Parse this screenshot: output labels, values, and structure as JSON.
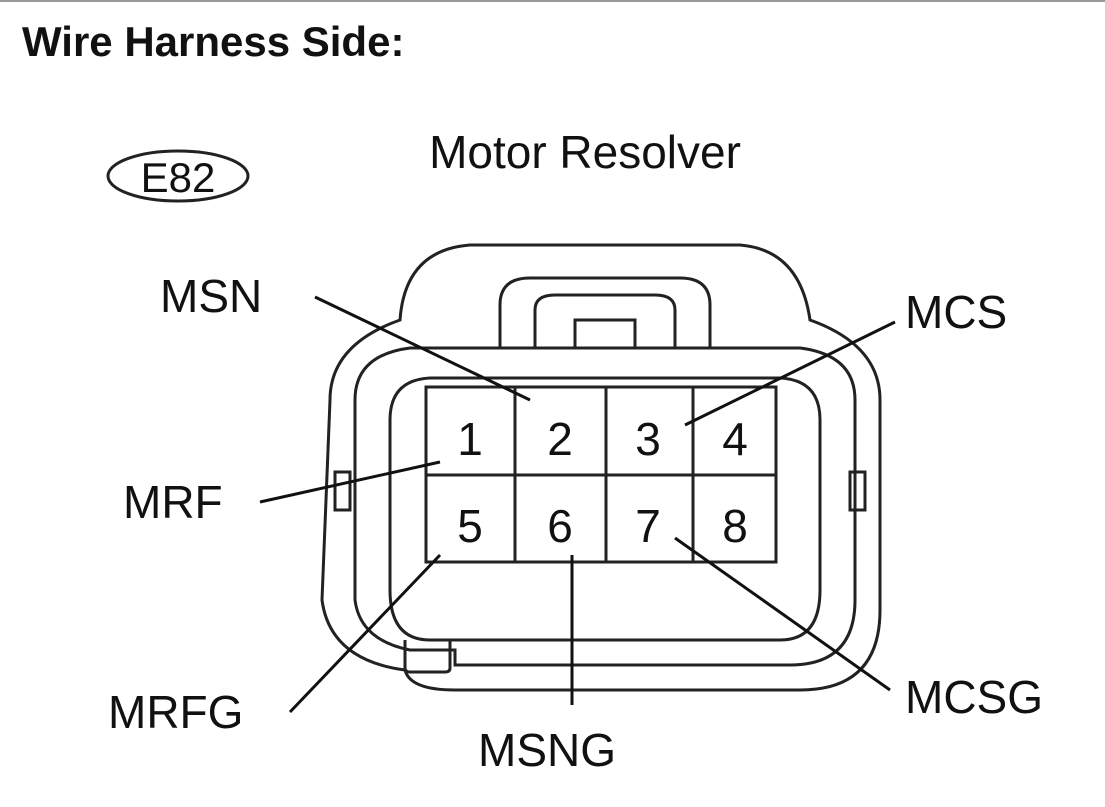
{
  "title": "Wire Harness Side:",
  "connector": {
    "code": "E82",
    "name": "Motor Resolver",
    "pins": [
      "1",
      "2",
      "3",
      "4",
      "5",
      "6",
      "7",
      "8"
    ]
  },
  "terminals": {
    "msn": "MSN",
    "mcs": "MCS",
    "mrf": "MRF",
    "mrfg": "MRFG",
    "msng": "MSNG",
    "mcsg": "MCSG"
  }
}
